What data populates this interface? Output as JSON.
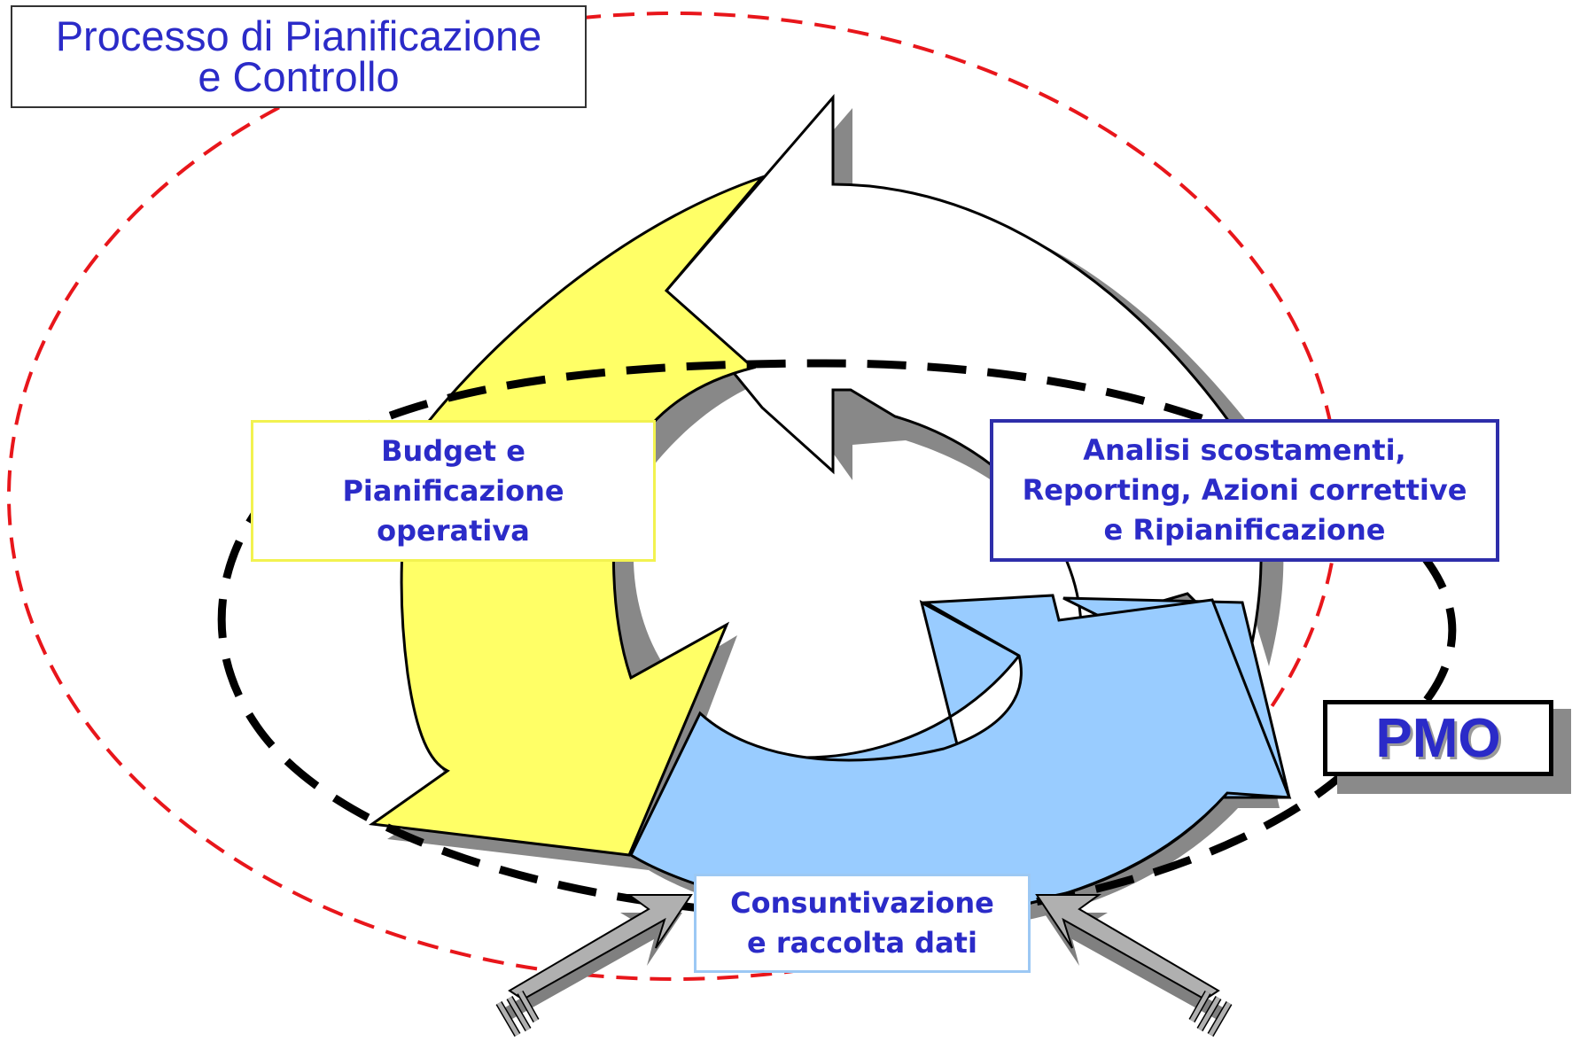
{
  "title": {
    "line1": "Processo di Pianificazione",
    "line2": "e Controllo"
  },
  "phases": {
    "budget": {
      "line1": "Budget e",
      "line2": "Pianificazione",
      "line3": "operativa"
    },
    "analisi": {
      "line1": "Analisi scostamenti,",
      "line2": "Reporting, Azioni correttive",
      "line3": "e Ripianificazione"
    },
    "consuntivazione": {
      "line1": "Consuntivazione",
      "line2": "e raccolta dati"
    }
  },
  "pmo": {
    "label": "PMO"
  },
  "colors": {
    "budget_arrow": "#ffff66",
    "consuntivazione_arrow": "#99ccff",
    "analisi_arrow": "#ffffff",
    "outer_ellipse": "#e8161b",
    "pmo_ellipse": "#000000",
    "text": "#2b2bc8",
    "input_arrows": "#b0b0b0"
  }
}
